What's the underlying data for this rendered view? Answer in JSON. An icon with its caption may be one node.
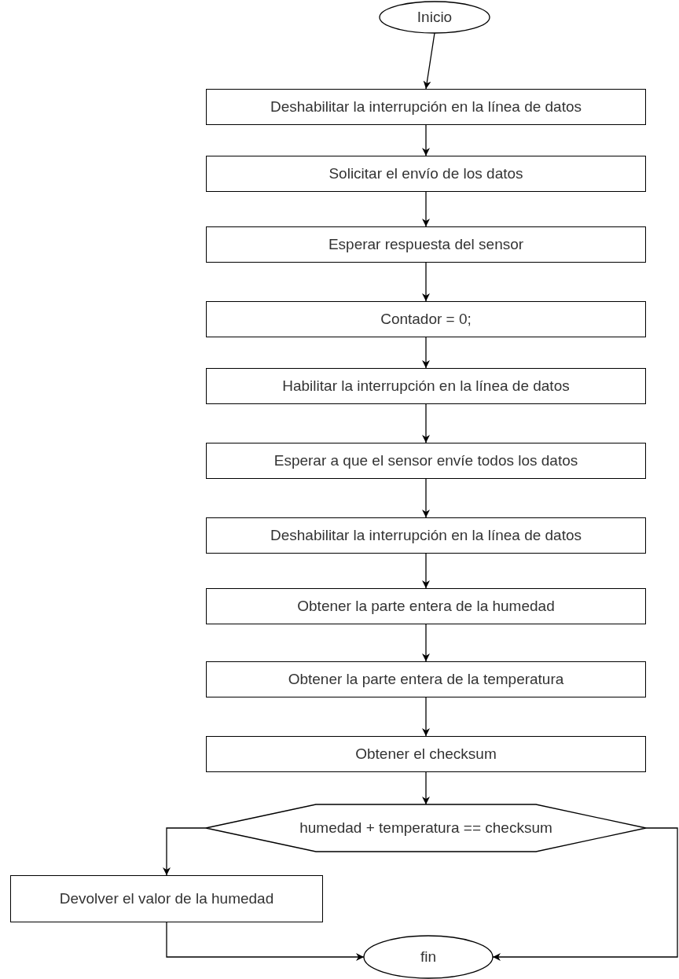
{
  "diagram": {
    "nodes": [
      {
        "text": [
          "Inicio"
        ]
      },
      {
        "text": [
          "Deshabilitar la interrupción en la línea de datos"
        ]
      },
      {
        "text": [
          "Solicitar el envío de los datos"
        ]
      },
      {
        "text": [
          "Esperar respuesta del sensor"
        ]
      },
      {
        "text": [
          "Contador = 0;"
        ]
      },
      {
        "text": [
          "Habilitar la interrupción en la línea de datos"
        ]
      },
      {
        "text": [
          "Esperar a que el sensor envíe todos los datos"
        ]
      },
      {
        "text": [
          "Deshabilitar la interrupción en la línea de datos"
        ]
      },
      {
        "text": [
          "Obtener la parte entera de la humedad"
        ]
      },
      {
        "text": [
          "Obtener la parte entera de la temperatura"
        ]
      },
      {
        "text": [
          "Obtener el checksum"
        ]
      },
      {
        "text": [
          "humedad + temperatura == checksum"
        ]
      },
      {
        "text": [
          "Devolver el valor de la humedad"
        ]
      },
      {
        "text": [
          "fin"
        ]
      }
    ],
    "edges": [
      {
        "from": 0,
        "to": 1,
        "arrow": "to"
      },
      {
        "from": 1,
        "to": 2,
        "arrow": "to"
      },
      {
        "from": 2,
        "to": 3,
        "arrow": "to"
      },
      {
        "from": 3,
        "to": 4,
        "arrow": "to"
      },
      {
        "from": 4,
        "to": 5,
        "arrow": "to"
      },
      {
        "from": 5,
        "to": 6,
        "arrow": "to"
      },
      {
        "from": 6,
        "to": 7,
        "arrow": "to"
      },
      {
        "from": 7,
        "to": 8,
        "arrow": "to"
      },
      {
        "from": 8,
        "to": 9,
        "arrow": "to"
      },
      {
        "from": 9,
        "to": 10,
        "arrow": "to"
      },
      {
        "from": 10,
        "to": 11,
        "arrow": "to"
      },
      {
        "from": 11,
        "to": 12,
        "arrow": "to"
      },
      {
        "from": 11,
        "to": 13,
        "arrow": "to"
      },
      {
        "from": 12,
        "to": 13,
        "arrow": "to"
      }
    ]
  }
}
